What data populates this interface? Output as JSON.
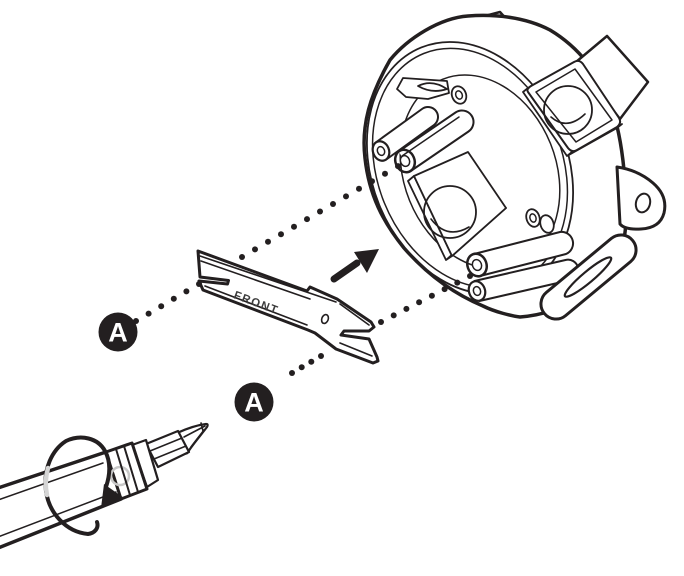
{
  "diagram": {
    "type": "installation-instruction-illustration",
    "labels": {
      "bracket_front": "FRONT",
      "callout_top": "A",
      "callout_bottom": "A"
    },
    "colors": {
      "line": "#231f20",
      "background": "#ffffff",
      "bracket_fill": "#b2b2b2",
      "bracket_label_text": "#3d3d3d",
      "screw_ring_gray": "#a8a8a8",
      "bracket_hole_gray": "#9a9a9a",
      "callout_background": "#231f20",
      "callout_text": "#ffffff",
      "rotation_arc_overlay": "#d5d5d5"
    },
    "components": {
      "junction_box": "round-junction-box",
      "mounting_bracket": "front-mounting-bracket",
      "screwdriver": "phillips-screwdriver",
      "direction_arrow": "insert-direction-arrow",
      "rotation_arrow": "rotation-arrow"
    }
  }
}
